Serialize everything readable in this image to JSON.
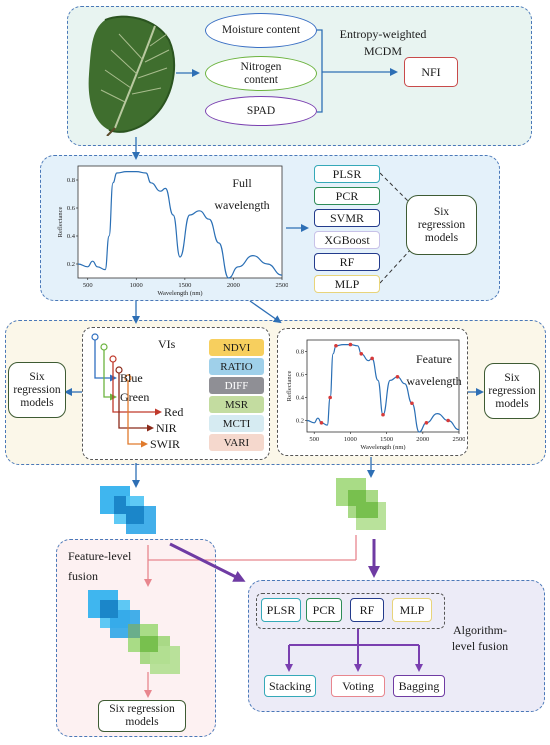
{
  "top": {
    "properties": [
      "Moisture content",
      "Nitrogen content",
      "SPAD"
    ],
    "method": [
      "Entropy-weighted",
      "MCDM"
    ],
    "index": "NFI"
  },
  "full": {
    "title": [
      "Full",
      "wavelength"
    ],
    "models": [
      "PLSR",
      "PCR",
      "SVMR",
      "XGBoost",
      "RF",
      "MLP"
    ],
    "models_caption": [
      "Six",
      "regression",
      "models"
    ],
    "plot": {
      "ylabel": "Reflectance",
      "xlabel": "Wavelength (nm)",
      "xticks": [
        "500",
        "1000",
        "1500",
        "2000",
        "2500"
      ],
      "yticks": [
        "0.2",
        "0.4",
        "0.6",
        "0.8"
      ]
    }
  },
  "mid": {
    "left_models": [
      "Six",
      "regression",
      "models"
    ],
    "vis_title": "VIs",
    "bands": [
      "Blue",
      "Green",
      "Red",
      "NIR",
      "SWIR"
    ],
    "indices": [
      "NDVI",
      "RATIO",
      "DIFF",
      "MSR",
      "MCTI",
      "VARI"
    ],
    "feature_title": [
      "Feature",
      "wavelength"
    ],
    "right_models": [
      "Six",
      "regression",
      "models"
    ],
    "plot": {
      "ylabel": "Reflectance",
      "xlabel": "Wavelength (nm)",
      "xticks": [
        "500",
        "1000",
        "1500",
        "2000",
        "2500"
      ],
      "yticks": [
        "0.2",
        "0.4",
        "0.6",
        "0.8"
      ]
    }
  },
  "feature_fusion": {
    "title": [
      "Feature-level",
      "fusion"
    ],
    "models": [
      "Six regression",
      "models"
    ]
  },
  "algorithm_fusion": {
    "models": [
      "PLSR",
      "PCR",
      "RF",
      "MLP"
    ],
    "title": [
      "Algorithm-",
      "level fusion"
    ],
    "ensembles": [
      "Stacking",
      "Voting",
      "Bagging"
    ]
  },
  "chart_data": [
    {
      "type": "line",
      "title": "",
      "xlabel": "Wavelength (nm)",
      "ylabel": "Reflectance",
      "xlim": [
        400,
        2500
      ],
      "ylim": [
        0.1,
        0.9
      ],
      "x": [
        400,
        500,
        550,
        600,
        680,
        720,
        760,
        800,
        900,
        1000,
        1100,
        1150,
        1250,
        1300,
        1380,
        1450,
        1550,
        1650,
        1750,
        1850,
        1950,
        2050,
        2200,
        2350,
        2500
      ],
      "series": [
        {
          "values": [
            0.2,
            0.18,
            0.22,
            0.18,
            0.16,
            0.4,
            0.78,
            0.85,
            0.86,
            0.86,
            0.85,
            0.78,
            0.72,
            0.74,
            0.55,
            0.25,
            0.55,
            0.58,
            0.52,
            0.35,
            0.1,
            0.18,
            0.26,
            0.2,
            0.12
          ]
        }
      ]
    },
    {
      "type": "line",
      "title": "",
      "xlabel": "Wavelength (nm)",
      "ylabel": "Reflectance",
      "xlim": [
        400,
        2500
      ],
      "ylim": [
        0.1,
        0.9
      ],
      "x": [
        400,
        500,
        550,
        600,
        680,
        720,
        760,
        800,
        900,
        1000,
        1100,
        1150,
        1250,
        1300,
        1380,
        1450,
        1550,
        1650,
        1750,
        1850,
        1950,
        2050,
        2200,
        2350,
        2500
      ],
      "series": [
        {
          "values": [
            0.2,
            0.18,
            0.22,
            0.18,
            0.16,
            0.4,
            0.78,
            0.85,
            0.86,
            0.86,
            0.85,
            0.78,
            0.72,
            0.74,
            0.55,
            0.25,
            0.55,
            0.58,
            0.52,
            0.35,
            0.1,
            0.18,
            0.26,
            0.2,
            0.12
          ]
        }
      ]
    }
  ]
}
